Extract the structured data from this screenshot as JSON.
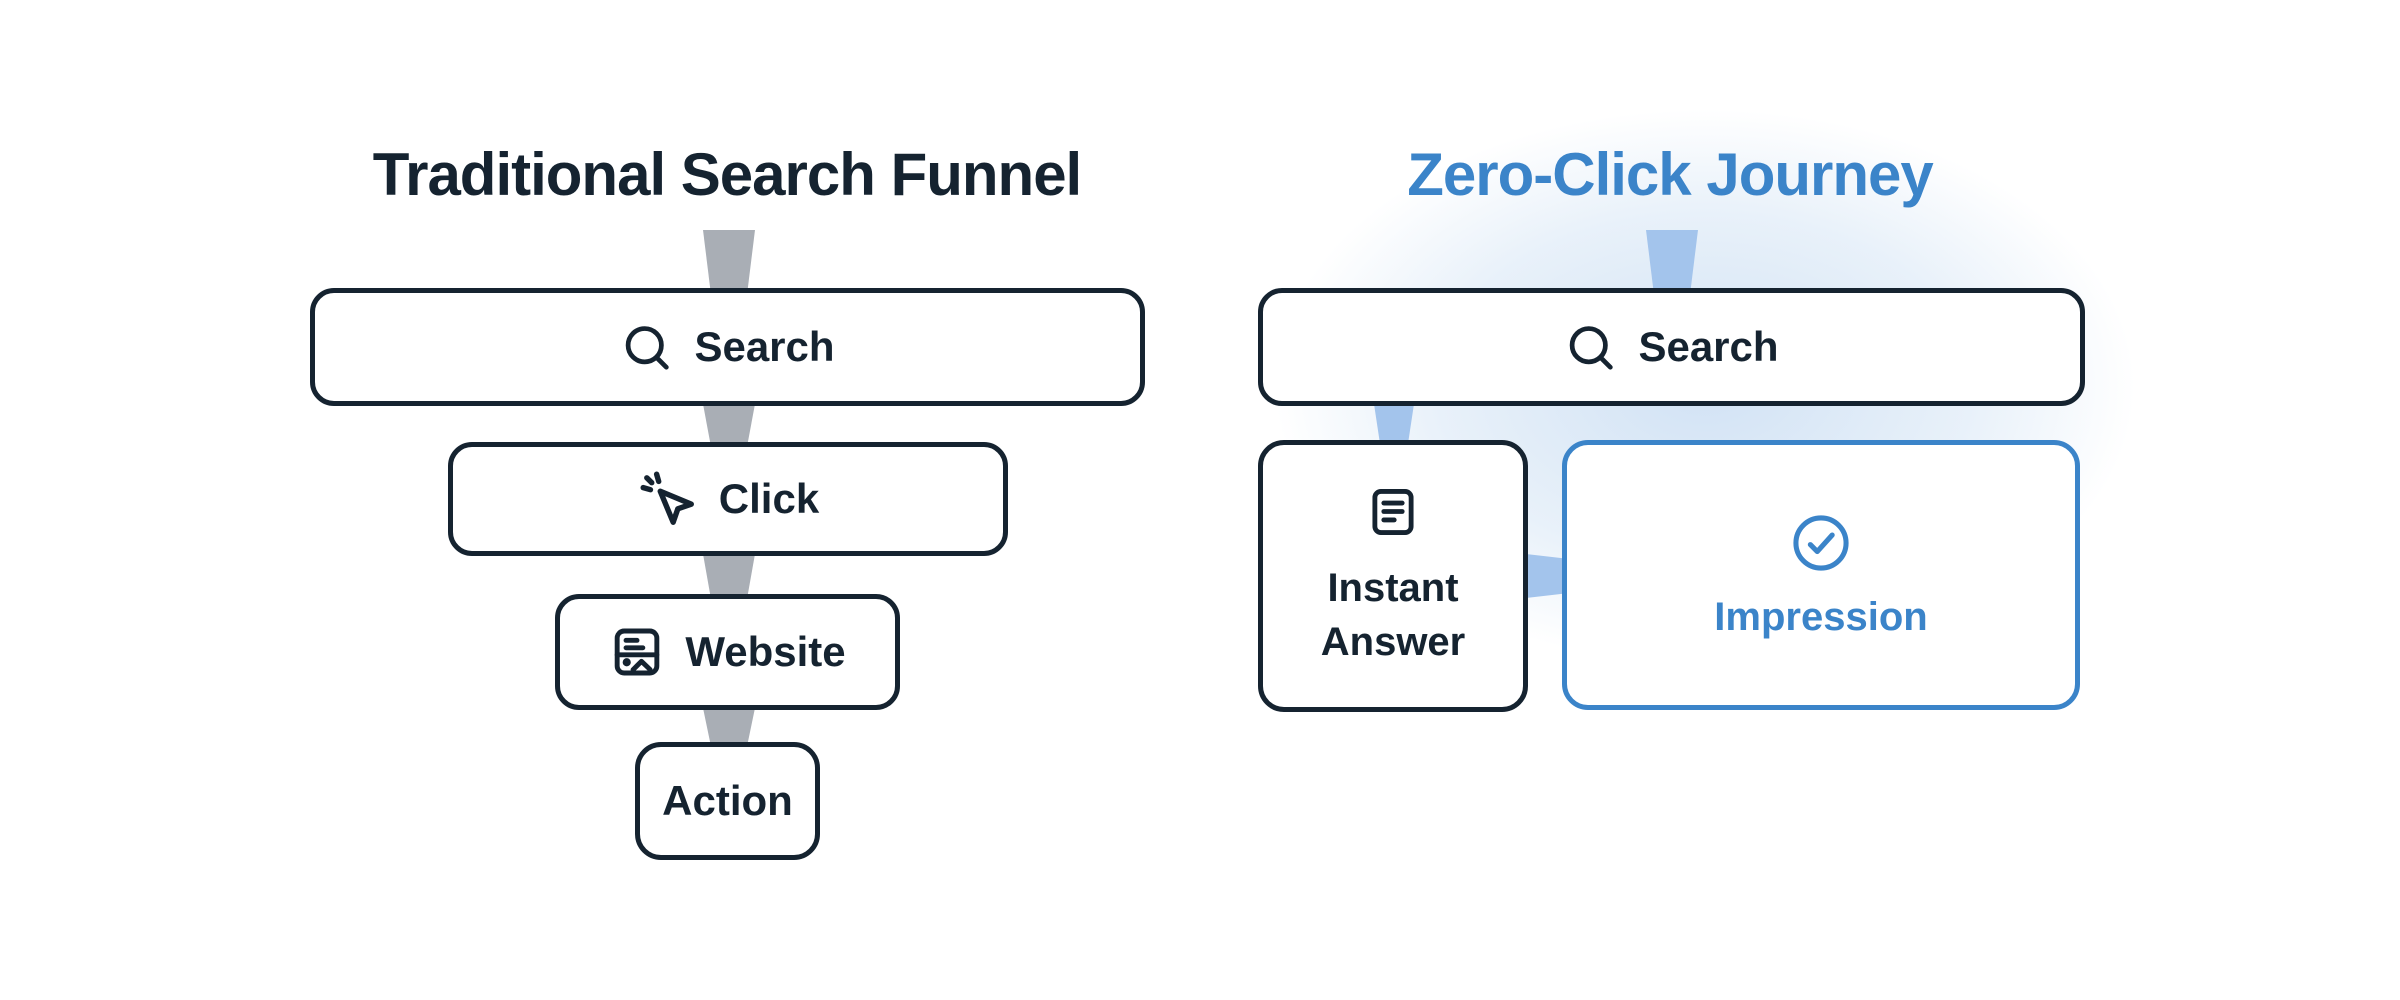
{
  "diagram": {
    "left": {
      "title": "Traditional Search Funnel",
      "steps": [
        {
          "label": "Search",
          "icon": "search-icon"
        },
        {
          "label": "Click",
          "icon": "cursor-click-icon"
        },
        {
          "label": "Website",
          "icon": "website-icon"
        },
        {
          "label": "Action",
          "icon": "none"
        }
      ]
    },
    "right": {
      "title": "Zero-Click Journey",
      "nodes": [
        {
          "label": "Search",
          "icon": "search-icon"
        },
        {
          "label": "Instant Answer",
          "icon": "document-icon"
        },
        {
          "label": "Impression",
          "icon": "check-circle-icon"
        }
      ]
    },
    "colors": {
      "dark_navy": "#152330",
      "accent_blue": "#3b84c9",
      "gray_connector": "#a9aeb5",
      "light_blue_connector": "#a3c4ec",
      "glow_blue": "#dde9f5",
      "background": "#ffffff"
    }
  }
}
